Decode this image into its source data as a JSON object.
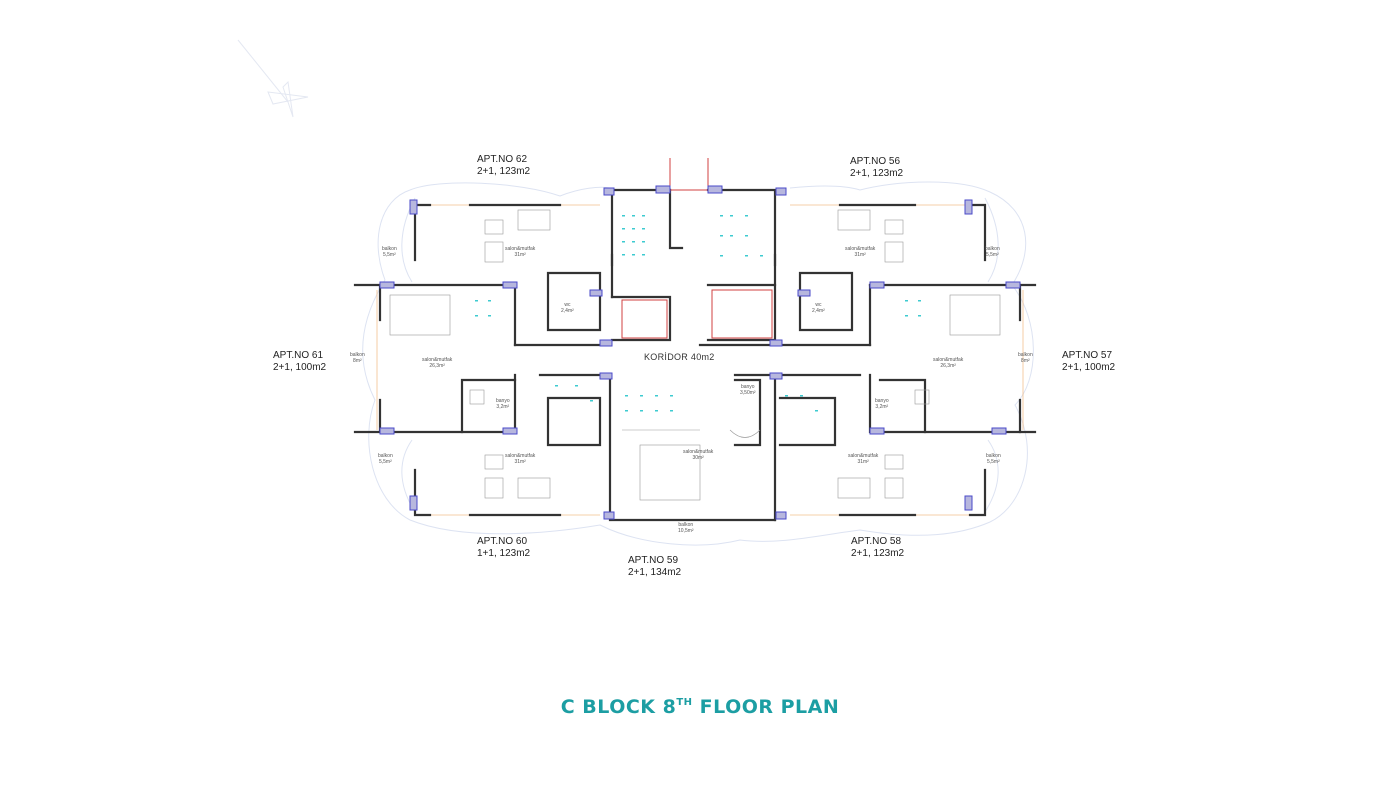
{
  "title": {
    "prefix": "C BLOCK 8",
    "superscript": "TH",
    "suffix": "FLOOR PLAN",
    "color": "#1c9ea3"
  },
  "corridor": "KORİDOR 40m2",
  "apartments": [
    {
      "id": "apt-62",
      "name": "APT.NO 62",
      "info": "2+1, 123m2"
    },
    {
      "id": "apt-56",
      "name": "APT.NO 56",
      "info": "2+1, 123m2"
    },
    {
      "id": "apt-61",
      "name": "APT.NO 61",
      "info": "2+1, 100m2"
    },
    {
      "id": "apt-57",
      "name": "APT.NO 57",
      "info": "2+1, 100m2"
    },
    {
      "id": "apt-60",
      "name": "APT.NO 60",
      "info": "1+1, 123m2"
    },
    {
      "id": "apt-59",
      "name": "APT.NO 59",
      "info": "2+1, 134m2"
    },
    {
      "id": "apt-58",
      "name": "APT.NO 58",
      "info": "2+1, 123m2"
    }
  ],
  "rooms": [
    {
      "name": "balkon",
      "area": "5,5m²"
    },
    {
      "name": "salon&mutfak",
      "area": "31m²"
    },
    {
      "name": "wc",
      "area": "2,4m²"
    },
    {
      "name": "balkon",
      "area": "8m²"
    },
    {
      "name": "salon&mutfak",
      "area": "26,3m²"
    },
    {
      "name": "banyo",
      "area": "3,2m²"
    },
    {
      "name": "balkon",
      "area": "5,5m²"
    },
    {
      "name": "salon&mutfak",
      "area": "31m²"
    },
    {
      "name": "salon&mutfak",
      "area": "30m²"
    },
    {
      "name": "balkon",
      "area": "10,5m²"
    },
    {
      "name": "banyo",
      "area": "3,50m²"
    },
    {
      "name": "balkon",
      "area": "5,5m²"
    },
    {
      "name": "salon&mutfak",
      "area": "31m²"
    },
    {
      "name": "wc",
      "area": "2,4m²"
    },
    {
      "name": "balkon",
      "area": "8m²"
    },
    {
      "name": "salon&mutfak",
      "area": "26,3m²"
    },
    {
      "name": "banyo",
      "area": "3,2m²"
    },
    {
      "name": "salon&mutfak",
      "area": "31m²"
    },
    {
      "name": "balkon",
      "area": "5,5m²"
    }
  ],
  "colors": {
    "wall": "#333333",
    "column": "#4a4ac8",
    "column_fill": "#b7b7de",
    "stair": "#3ecbd0",
    "railing": "#f0b070",
    "outline": "#dde3f2",
    "shaft": "#d04040"
  }
}
